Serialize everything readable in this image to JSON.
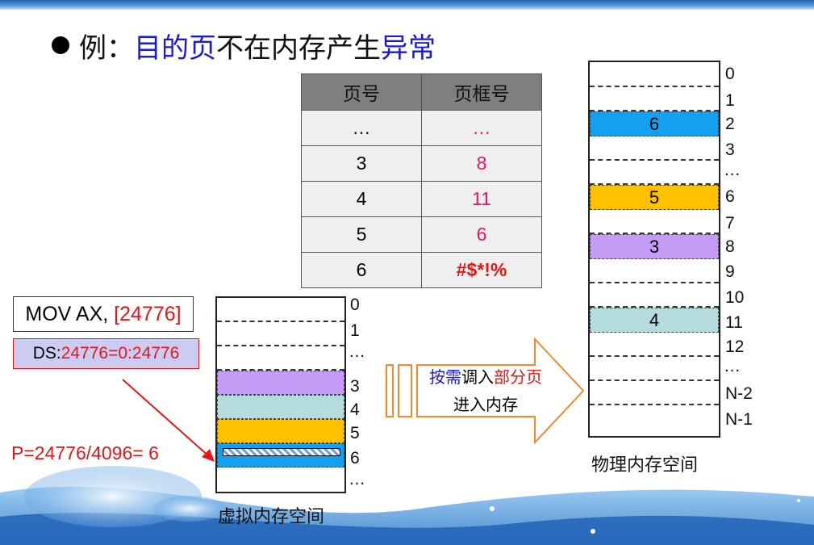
{
  "title": {
    "prefix": "例：",
    "part1": "目的页",
    "part2": "不在内存产生",
    "part3": "异常"
  },
  "page_table": {
    "headers": [
      "页号",
      "页框号"
    ],
    "rows": [
      {
        "page": "…",
        "frame": "…"
      },
      {
        "page": "3",
        "frame": "8"
      },
      {
        "page": "4",
        "frame": "11"
      },
      {
        "page": "5",
        "frame": "6"
      },
      {
        "page": "6",
        "frame": "#$*!%"
      }
    ]
  },
  "instruction": {
    "op": "MOV AX, ",
    "addr": "[24776]"
  },
  "ds": {
    "prefix": "DS:",
    "value": "24776=0:24776"
  },
  "page_calc": "P=24776/4096= 6",
  "virtual_memory": {
    "caption": "虚拟内存空间",
    "labels": [
      "0",
      "1",
      "…",
      "3",
      "4",
      "5",
      "6",
      "…"
    ]
  },
  "arrow": {
    "line1_a": "按需",
    "line1_b": "调入",
    "line1_c": "部分页",
    "line2": "进入内存"
  },
  "physical_memory": {
    "caption": "物理内存空间",
    "labels": [
      "0",
      "1",
      "2",
      "3",
      "…",
      "6",
      "7",
      "8",
      "9",
      "10",
      "11",
      "12",
      "…",
      "N-2",
      "N-1"
    ],
    "blocks": [
      "6",
      "5",
      "3",
      "4"
    ]
  },
  "colors": {
    "purple": "#c59cf5",
    "teal": "#b4dcde",
    "orange": "#ffc000",
    "blue": "#14a0f0",
    "red": "#e81414",
    "pink": "#e8145a",
    "title_blue": "#1a1ad6"
  }
}
